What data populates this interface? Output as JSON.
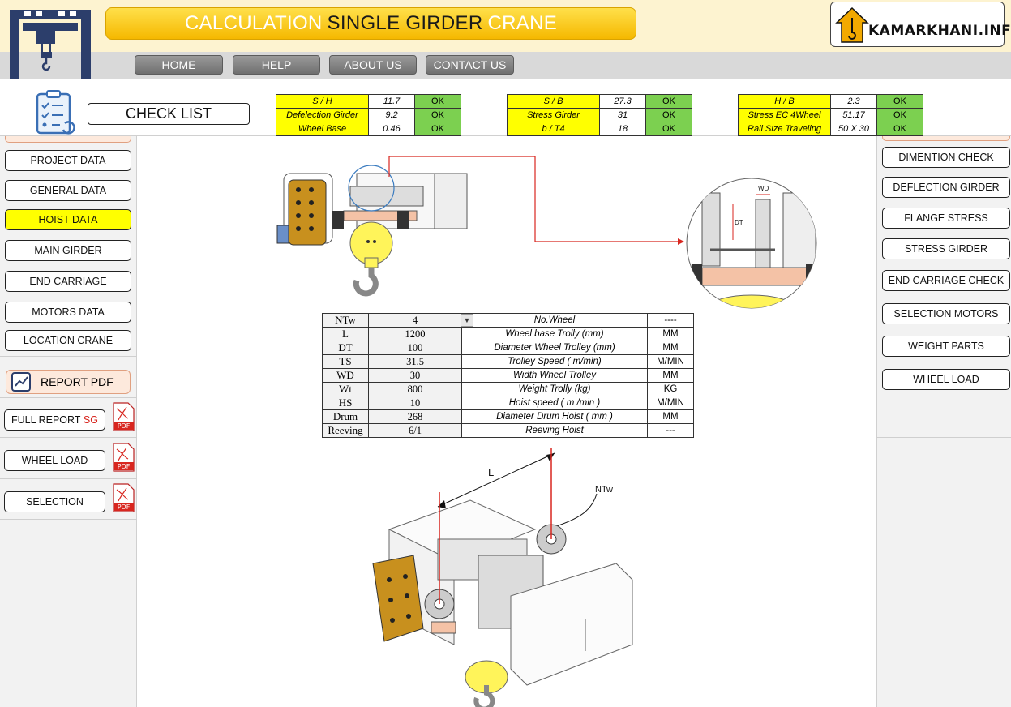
{
  "header": {
    "title_part1": "CALCULATION",
    "title_part2": "SINGLE GIRDER",
    "title_part3": "CRANE",
    "logo_text": "KAMARKHANI.INFO",
    "logo_icon": "crane-house-icon",
    "crane_icon": "gantry-crane-icon"
  },
  "nav": {
    "home": "HOME",
    "help": "HELP",
    "about": "ABOUT US",
    "contact": "CONTACT US"
  },
  "checklist": {
    "label": "CHECK LIST",
    "icon": "clipboard-checklist-icon",
    "groups": [
      {
        "rows": [
          {
            "label": "S / H",
            "value": "11.7",
            "status": "OK"
          },
          {
            "label": "Defelection Girder",
            "value": "9.2",
            "status": "OK"
          },
          {
            "label": "Wheel Base",
            "value": "0.46",
            "status": "OK"
          }
        ]
      },
      {
        "rows": [
          {
            "label": "S / B",
            "value": "27.3",
            "status": "OK"
          },
          {
            "label": "Stress Girder",
            "value": "31",
            "status": "OK"
          },
          {
            "label": "b / T4",
            "value": "18",
            "status": "OK"
          }
        ]
      },
      {
        "rows": [
          {
            "label": "H / B",
            "value": "2.3",
            "status": "OK"
          },
          {
            "label": "Stress EC   4Wheel",
            "value": "51.17",
            "status": "OK"
          },
          {
            "label": "Rail Size Traveling",
            "value": "50 X 30",
            "status": "OK"
          }
        ]
      }
    ]
  },
  "left_menu": {
    "items": [
      "PROJECT DATA",
      "GENERAL DATA",
      "HOIST DATA",
      "MAIN GIRDER",
      "END CARRIAGE",
      "MOTORS DATA",
      "LOCATION CRANE"
    ],
    "active": "HOIST DATA",
    "report_pdf": "REPORT PDF",
    "full_report": "FULL REPORT",
    "full_report_suffix": "SG",
    "wheel_load": "WHEEL LOAD",
    "selection": "SELECTION",
    "pdf_label": "PDF"
  },
  "right_menu": {
    "items": [
      "DIMENTION CHECK",
      "DEFLECTION GIRDER",
      "FLANGE STRESS",
      "STRESS GIRDER",
      "END CARRIAGE CHECK",
      "SELECTION MOTORS",
      "WEIGHT PARTS",
      "WHEEL LOAD"
    ]
  },
  "hoist_table": {
    "rows": [
      {
        "sym": "NTw",
        "value": "4",
        "desc": "No.Wheel",
        "unit": "----"
      },
      {
        "sym": "L",
        "value": "1200",
        "desc": "Wheel base Trolly (mm)",
        "unit": "MM"
      },
      {
        "sym": "DT",
        "value": "100",
        "desc": "Diameter Wheel Trolley (mm)",
        "unit": "MM"
      },
      {
        "sym": "TS",
        "value": "31.5",
        "desc": "Trolley Speed ( m/min)",
        "unit": "M/MIN"
      },
      {
        "sym": "WD",
        "value": "30",
        "desc": "Width Wheel Trolley",
        "unit": "MM"
      },
      {
        "sym": "Wt",
        "value": "800",
        "desc": "Weight Trolly (kg)",
        "unit": "KG"
      },
      {
        "sym": "HS",
        "value": "10",
        "desc": "Hoist speed ( m /min )",
        "unit": "M/MIN"
      },
      {
        "sym": "Drum",
        "value": "268",
        "desc": "Diameter Drum Hoist ( mm )",
        "unit": "MM"
      },
      {
        "sym": "Reeving",
        "value": "6/1",
        "desc": "Reeving Hoist",
        "unit": "---"
      }
    ]
  },
  "drawings": {
    "detail_wd": "WD",
    "detail_dt": "DT",
    "iso_l": "L",
    "iso_ntw": "NTw"
  }
}
